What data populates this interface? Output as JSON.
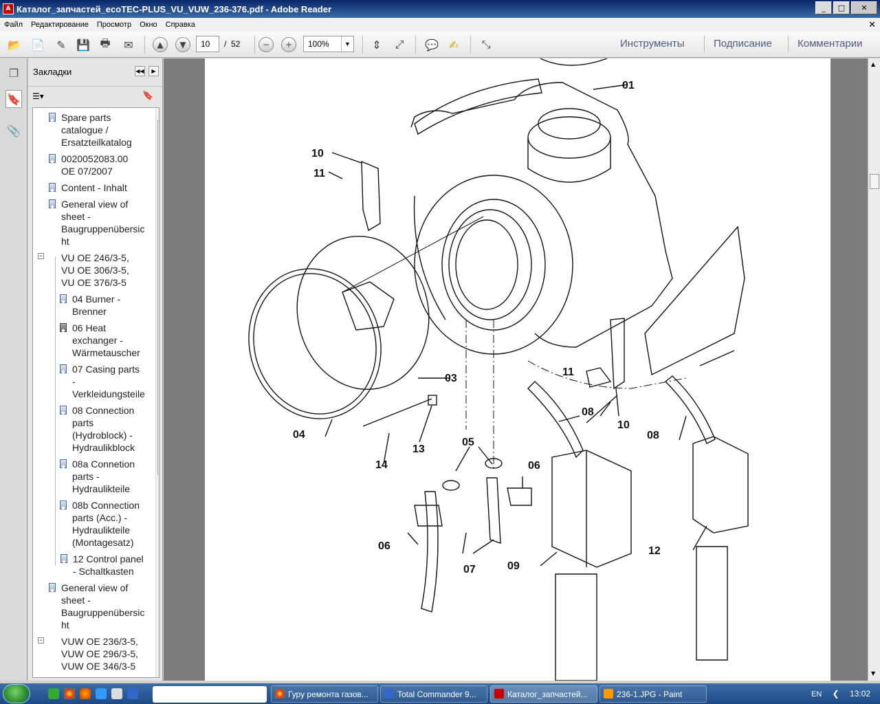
{
  "window": {
    "title": "Каталог_запчастей_ecoTEC-PLUS_VU_VUW_236-376.pdf - Adobe Reader",
    "app_icon": "pdf-icon"
  },
  "menu": [
    "Файл",
    "Редактирование",
    "Просмотр",
    "Окно",
    "Справка"
  ],
  "toolbar": {
    "page_current": "10",
    "page_sep": "/",
    "page_total": "52",
    "zoom": "100%",
    "right_links": [
      "Инструменты",
      "Подписание",
      "Комментарии"
    ]
  },
  "bookmarks": {
    "title": "Закладки",
    "items": [
      {
        "label": [
          "Spare parts",
          "catalogue /",
          "Ersatzteilkatalog"
        ]
      },
      {
        "label": [
          "0020052083.00",
          "OE 07/2007"
        ]
      },
      {
        "label": [
          "Content - Inhalt"
        ]
      },
      {
        "label": [
          "General view of",
          "sheet -",
          "Baugruppenübersic",
          "ht"
        ]
      },
      {
        "label": [
          "VU OE 246/3-5,",
          "VU OE 306/3-5,",
          "VU OE 376/3-5"
        ]
      },
      {
        "label": [
          "04 Burner -",
          "Brenner"
        ]
      },
      {
        "label": [
          "06 Heat",
          "exchanger -",
          "Wärmetauscher"
        ]
      },
      {
        "label": [
          "07 Casing parts",
          "-",
          "Verkleidungsteile"
        ]
      },
      {
        "label": [
          "08 Connection",
          "parts",
          "(Hydroblock) -",
          "Hydraulikblock"
        ]
      },
      {
        "label": [
          "08a Connetion",
          "parts -",
          "Hydraulikteile"
        ]
      },
      {
        "label": [
          "08b Connection",
          "parts (Acc.) -",
          "Hydraulikteile",
          "(Montagesatz)"
        ]
      },
      {
        "label": [
          "12 Control panel",
          "- Schaltkasten"
        ]
      },
      {
        "label": [
          "General view of",
          "sheet -",
          "Baugruppenübersic",
          "ht"
        ]
      },
      {
        "label": [
          "VUW OE 236/3-5,",
          "VUW OE 296/3-5,",
          "VUW OE 346/3-5"
        ]
      }
    ]
  },
  "diagram": {
    "callouts": [
      "01",
      "10",
      "11",
      "03",
      "04",
      "13",
      "14",
      "05",
      "06",
      "06",
      "07",
      "09",
      "08",
      "11",
      "10",
      "08",
      "12"
    ]
  },
  "taskbar": {
    "tasks": [
      "Гуру ремонта газов...",
      "Total Commander 9...",
      "Каталог_запчастей...",
      "236-1.JPG - Paint"
    ],
    "lang": "EN",
    "time": "13:02"
  }
}
